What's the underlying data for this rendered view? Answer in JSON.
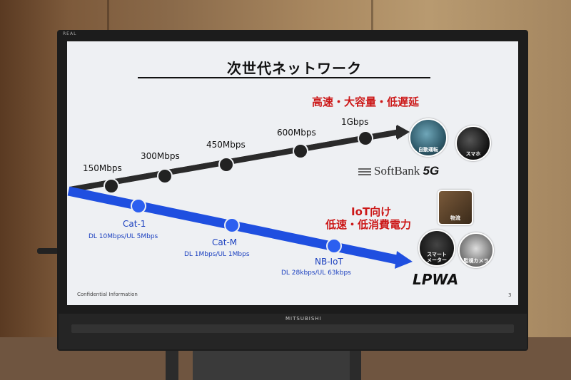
{
  "slide": {
    "title": "次世代ネットワーク",
    "highspeed_caption": "高速・大容量・低遅延",
    "iot_caption_line1": "IoT向け",
    "iot_caption_line2": "低速・低消費電力",
    "softbank_logo": "SoftBank",
    "softbank_5g": "5G",
    "lpwa": "LPWA",
    "confidential": "Confidential Information",
    "page_number": "3"
  },
  "speed_labels": [
    "150Mbps",
    "300Mbps",
    "450Mbps",
    "600Mbps",
    "1Gbps"
  ],
  "lpwa_nodes": [
    {
      "name": "Cat-1",
      "detail": "DL 10Mbps/UL 5Mbps"
    },
    {
      "name": "Cat-M",
      "detail": "DL 1Mbps/UL 1Mbps"
    },
    {
      "name": "NB-IoT",
      "detail": "DL 28kbps/UL 63kbps"
    }
  ],
  "images": {
    "auto_driving": "自動運転",
    "smartphone": "スマホ",
    "logistics": "物流",
    "smart_meter": "スマート\nメーター",
    "surveillance": "監視カメラ"
  },
  "tv": {
    "brand": "MITSUBISHI",
    "corner_label": "REAL"
  },
  "colors": {
    "arrow_black": "#2a2a2a",
    "arrow_blue": "#1f4fe0",
    "accent_red": "#cc1818",
    "screen_bg": "#eef0f3"
  }
}
